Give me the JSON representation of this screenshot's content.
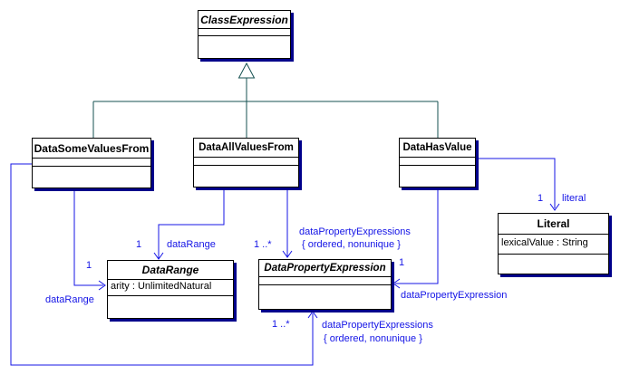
{
  "colors": {
    "association_blue": "#1414e6",
    "generalization_teal": "#145050",
    "box_shadow_navy": "#00008b",
    "box_border": "#000000",
    "background": "#ffffff"
  },
  "classes": {
    "class_expression": {
      "name": "ClassExpression",
      "abstract": true,
      "attributes": []
    },
    "data_some_values_from": {
      "name": "DataSomeValuesFrom",
      "abstract": false,
      "attributes": []
    },
    "data_all_values_from": {
      "name": "DataAllValuesFrom",
      "abstract": false,
      "attributes": []
    },
    "data_has_value": {
      "name": "DataHasValue",
      "abstract": false,
      "attributes": []
    },
    "data_range": {
      "name": "DataRange",
      "abstract": true,
      "attributes": [
        "arity : UnlimitedNatural"
      ]
    },
    "data_property_expression": {
      "name": "DataPropertyExpression",
      "abstract": true,
      "attributes": []
    },
    "literal": {
      "name": "Literal",
      "abstract": false,
      "attributes": [
        "lexicalValue : String"
      ]
    }
  },
  "associations": {
    "some_to_data_range": {
      "multiplicity": "1",
      "role": "dataRange"
    },
    "all_to_data_range": {
      "multiplicity": "1",
      "role": "dataRange"
    },
    "all_to_dpe": {
      "multiplicity": "1 ..*",
      "role": "dataPropertyExpressions",
      "constraint": "{ ordered, nonunique }"
    },
    "has_to_dpe": {
      "multiplicity": "1",
      "role": "dataPropertyExpression"
    },
    "has_to_literal": {
      "multiplicity": "1",
      "role": "literal"
    },
    "some_to_dpe": {
      "multiplicity": "1 ..*",
      "role": "dataPropertyExpressions",
      "constraint": "{ ordered, nonunique }"
    }
  }
}
